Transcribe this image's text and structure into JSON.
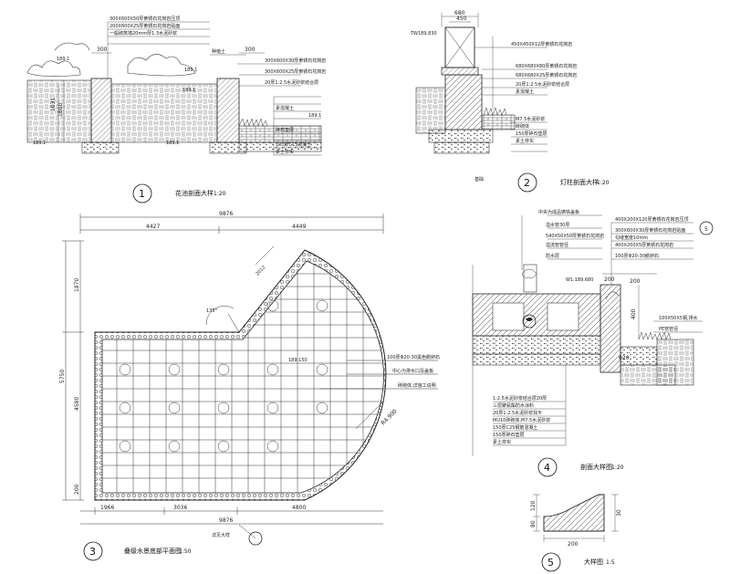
{
  "drawing_1": {
    "badge": "1",
    "title": "花池剖面大样",
    "scale": "1:20",
    "dim_top": "300",
    "dim_left_a": "1031",
    "dim_left_b": "1800",
    "dim_right": "300",
    "level_left": "189.1",
    "level_right_a": "189.1",
    "level_right_b": "189.1",
    "level_base_left": "189.1",
    "level_base_mid": "189.1",
    "level_low": "189.1",
    "notes": [
      "300X600X50厚黄锈石花岗岩压顶",
      "200X600X25厚黄锈石花岗岩贴面",
      "一般砌筑墙20mm厚1:3水泥砂浆",
      "种植土",
      "300X600X30厚黄锈石花岗岩",
      "300X600X25厚黄锈石花岗岩",
      "20厚1:2.5水泥砂浆结合层",
      "素混凝土",
      "碎石垫层",
      "100厚C15混凝土",
      "素土夯实"
    ]
  },
  "drawing_2": {
    "badge": "2",
    "title": "灯柱剖面大样",
    "scale": "1:20",
    "dim_top": "680",
    "dim_top_inner": "450",
    "level": "TW189.830",
    "notes": [
      "450X450X12厚黄锈石花岗岩",
      "680X680X80厚黄锈石花岗岩",
      "680X680X25厚黄锈石花岗岩",
      "20厚1:2.5水泥砂浆结合层",
      "素混凝土",
      "M7.5水泥砂浆",
      "砖砌体",
      "150厚碎石垫层",
      "素土夯实"
    ],
    "footnote": "基础"
  },
  "drawing_3": {
    "badge": "3",
    "title": "叠级水景底部平面图",
    "scale": "1:50",
    "dim_total": "9876",
    "dim_left": "4427",
    "dim_right": "4449",
    "dim_height": "5750",
    "dim_v_top": "1870",
    "dim_v_mid": "4580",
    "dim_v_bot": "200",
    "dim_b1": "1966",
    "dim_b2": "3036",
    "dim_b3": "4800",
    "dim_bottom_total": "9876",
    "angle": "135°",
    "radius": "R4.900",
    "level_mid": "189.150",
    "diag_dim": "2012",
    "notes": [
      "100厚Φ20-30黑色鹅卵石",
      "中心为排水口及盖板",
      "砖砌体,详施工说明"
    ],
    "ref_note": "详见大样"
  },
  "drawing_4": {
    "badge": "4",
    "title": "剖面大样图",
    "scale": "1:20",
    "level": "W1.189.680",
    "dim_a": "200",
    "dim_b": "620",
    "dim_c": "200",
    "dim_v": "400",
    "callout": "5",
    "notes_top": [
      "中央为成品铸铁盖板",
      "溢水管30厚",
      "540X50X50厚黄锈石花岗岩",
      "溢流管管径",
      "防水层"
    ],
    "notes_right": [
      "400X200X120厚黄锈石花岗岩压顶",
      "300X600X30厚黄锈石花岗岩贴面",
      "勾缝宽度10mm",
      "400X200X5厚黄锈石花岗岩",
      "100厚Φ20-30鹅卵石",
      "100X50X5钢,排水",
      "PE管管径"
    ],
    "notes_bottom": [
      "1:2.5水泥砂浆结合层20厚",
      "三层聚氨酯防水涂料",
      "20厚1:2.5水泥砂浆找平",
      "MU10砖砌体,M7.5水泥砂浆",
      "150厚C25钢筋混凝土",
      "150厚碎石垫层",
      "素土夯实"
    ]
  },
  "drawing_5": {
    "badge": "5",
    "title": "大样图",
    "scale": "1:5",
    "dim_h_a": "120",
    "dim_h_b": "80",
    "dim_w": "200",
    "dim_right": "30"
  }
}
